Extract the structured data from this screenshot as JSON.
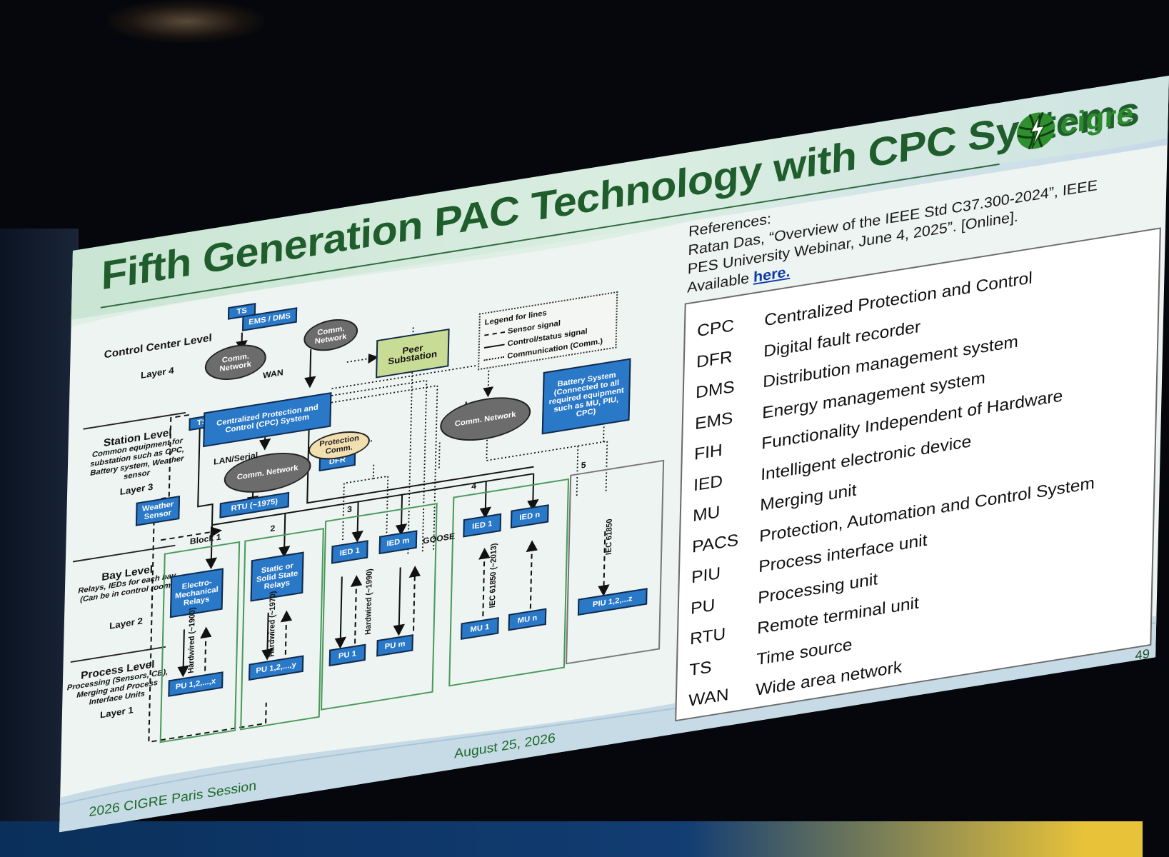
{
  "slide": {
    "title": "Fifth Generation PAC Technology with CPC Systems",
    "logo_text": "cigre",
    "footer_left": "2026 CIGRE Paris Session",
    "footer_date": "August 25, 2026",
    "page_number": "49",
    "references": {
      "heading": "References:",
      "line1": "Ratan Das, “Overview of the IEEE Std C37.300-2024”,  IEEE",
      "line2": "PES University Webinar, June 4, 2025”. [Online].",
      "available": "Available",
      "link": "here."
    },
    "abbreviations": [
      {
        "key": "CPC",
        "value": "Centralized Protection and Control"
      },
      {
        "key": "DFR",
        "value": "Digital fault recorder"
      },
      {
        "key": "DMS",
        "value": "Distribution management system"
      },
      {
        "key": "EMS",
        "value": "Energy management system"
      },
      {
        "key": "FIH",
        "value": "Functionality Independent of Hardware"
      },
      {
        "key": "IED",
        "value": "Intelligent electronic device"
      },
      {
        "key": "MU",
        "value": "Merging unit"
      },
      {
        "key": "PACS",
        "value": "Protection, Automation and Control System"
      },
      {
        "key": "PIU",
        "value": "Process interface unit"
      },
      {
        "key": "PU",
        "value": "Processing unit"
      },
      {
        "key": "RTU",
        "value": "Remote terminal unit"
      },
      {
        "key": "TS",
        "value": "Time source"
      },
      {
        "key": "WAN",
        "value": "Wide area network"
      }
    ]
  },
  "diagram": {
    "levels": {
      "control": {
        "title": "Control Center Level",
        "layer": "Layer 4"
      },
      "station": {
        "title": "Station Level",
        "sub": "Common equipment for substation such as CPC, Battery system, Weather sensor",
        "layer": "Layer 3"
      },
      "bay": {
        "title": "Bay Level",
        "sub": "Relays, IEDs for each bay (Can be in control room)",
        "layer": "Layer 2"
      },
      "process": {
        "title": "Process Level",
        "sub": "Processing (Sensors, CB), Merging and Process Interface Units",
        "layer": "Layer 1"
      }
    },
    "boxes": {
      "ts_top": "TS",
      "ems_dms": "EMS / DMS",
      "ts_cpc": "TS",
      "cpc": "Centralized Protection and Control (CPC) System",
      "peer": "Peer Substation",
      "battery": "Battery System (Connected to all required equipment such as MU, PIU, CPC)",
      "weather": "Weather Sensor",
      "dfr": "DFR",
      "rtu": "RTU (~1975)",
      "emr": "Electro-Mechanical Relays",
      "ssr": "Static or Solid State Relays",
      "ied1_b3": "IED 1",
      "iedm_b3": "IED m",
      "ied1_b4": "IED 1",
      "iedn_b4": "IED n",
      "pu_x": "PU 1,2,...,x",
      "pu_y": "PU 1,2,...,y",
      "pu1": "PU 1",
      "pum": "PU m",
      "mu1": "MU 1",
      "mun": "MU n",
      "piu": "PIU 1,2,...z"
    },
    "clouds": {
      "comm_top_left": "Comm. Network",
      "comm_top_right": "Comm. Network",
      "comm_lan": "Comm. Network",
      "protection": "Protection Comm.",
      "comm_right": "Comm. Network"
    },
    "labels": {
      "wan": "WAN",
      "lan": "LAN/Serial",
      "goose": "GOOSE",
      "block1": "Block 1",
      "b2": "2",
      "b3": "3",
      "b4": "4",
      "b5": "5",
      "hw1900": "Hardwired (~1900)",
      "hw1970": "Hardwired (~1970)",
      "hw1990": "Hardwired (~1990)",
      "iec2013": "IEC 61850 (~2013)",
      "iec": "IEC 61850"
    },
    "legend": {
      "title": "Legend for lines",
      "sensor": "Sensor signal",
      "control": "Control/status signal",
      "comm": "Communication (Comm.)"
    }
  }
}
